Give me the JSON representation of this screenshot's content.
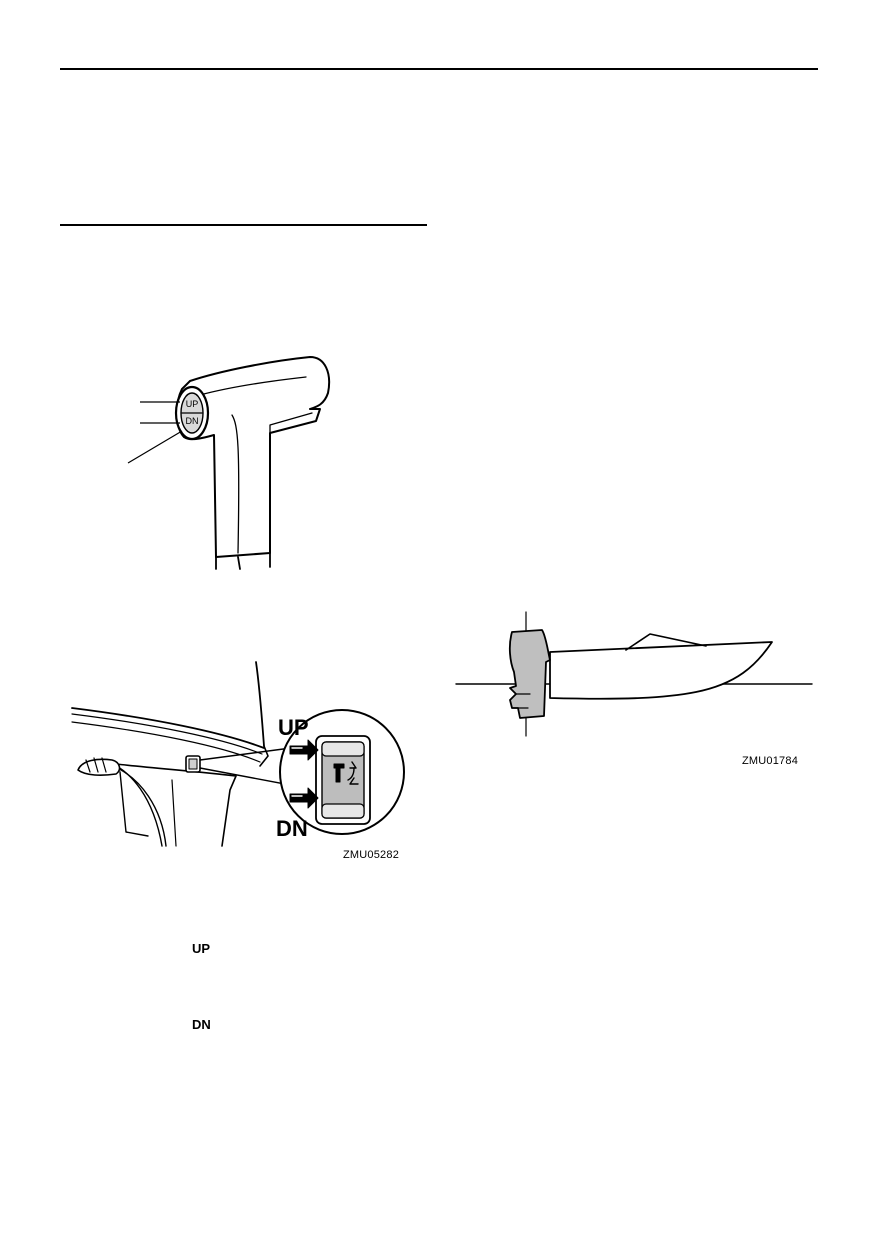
{
  "figures": {
    "handle_switch": {
      "button_up": "UP",
      "button_dn": "DN"
    },
    "cowling_switch": {
      "up_label": "UP",
      "dn_label": "DN",
      "code": "ZMU05282"
    },
    "boat_trim": {
      "code": "ZMU01784"
    }
  },
  "text_labels": {
    "up": "UP",
    "dn": "DN"
  }
}
